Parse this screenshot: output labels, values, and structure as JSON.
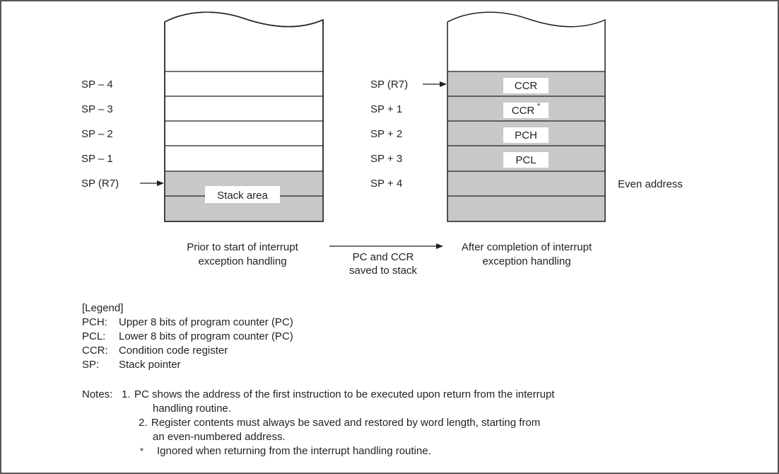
{
  "before": {
    "labels": [
      "SP – 4",
      "SP – 3",
      "SP – 2",
      "SP – 1",
      "SP (R7)"
    ],
    "stack_area_label": "Stack area",
    "caption_line1": "Prior to start of interrupt",
    "caption_line2": "exception handling"
  },
  "after": {
    "labels": [
      "SP (R7)",
      "SP + 1",
      "SP + 2",
      "SP + 3",
      "SP + 4"
    ],
    "cells": [
      "CCR",
      "CCR",
      "PCH",
      "PCL",
      ""
    ],
    "ccr_star": "*",
    "even_address_label": "Even address",
    "caption_line1": "After completion of interrupt",
    "caption_line2": "exception handling"
  },
  "transition": {
    "line1": "PC and CCR",
    "line2": "saved to stack"
  },
  "legend": {
    "title": "[Legend]",
    "items": [
      {
        "key": "PCH:",
        "desc": "Upper 8 bits of program counter (PC)"
      },
      {
        "key": "PCL:",
        "desc": "Lower 8 bits of program counter (PC)"
      },
      {
        "key": "CCR:",
        "desc": "Condition code register"
      },
      {
        "key": "SP:",
        "desc": "Stack pointer"
      }
    ]
  },
  "notes": {
    "heading": "Notes:",
    "note1_num": "1.",
    "note1_line1": "PC shows the address of the first instruction to be executed upon return from the interrupt",
    "note1_line2": "handling routine.",
    "note2_num": "2.",
    "note2_line1": "Register contents must always be saved and restored by word length, starting from",
    "note2_line2": "an even-numbered address.",
    "star": "*",
    "star_text": "Ignored when returning from the interrupt handling routine."
  },
  "colors": {
    "stack_fill": "#c7c8ca",
    "line": "#231f20"
  }
}
